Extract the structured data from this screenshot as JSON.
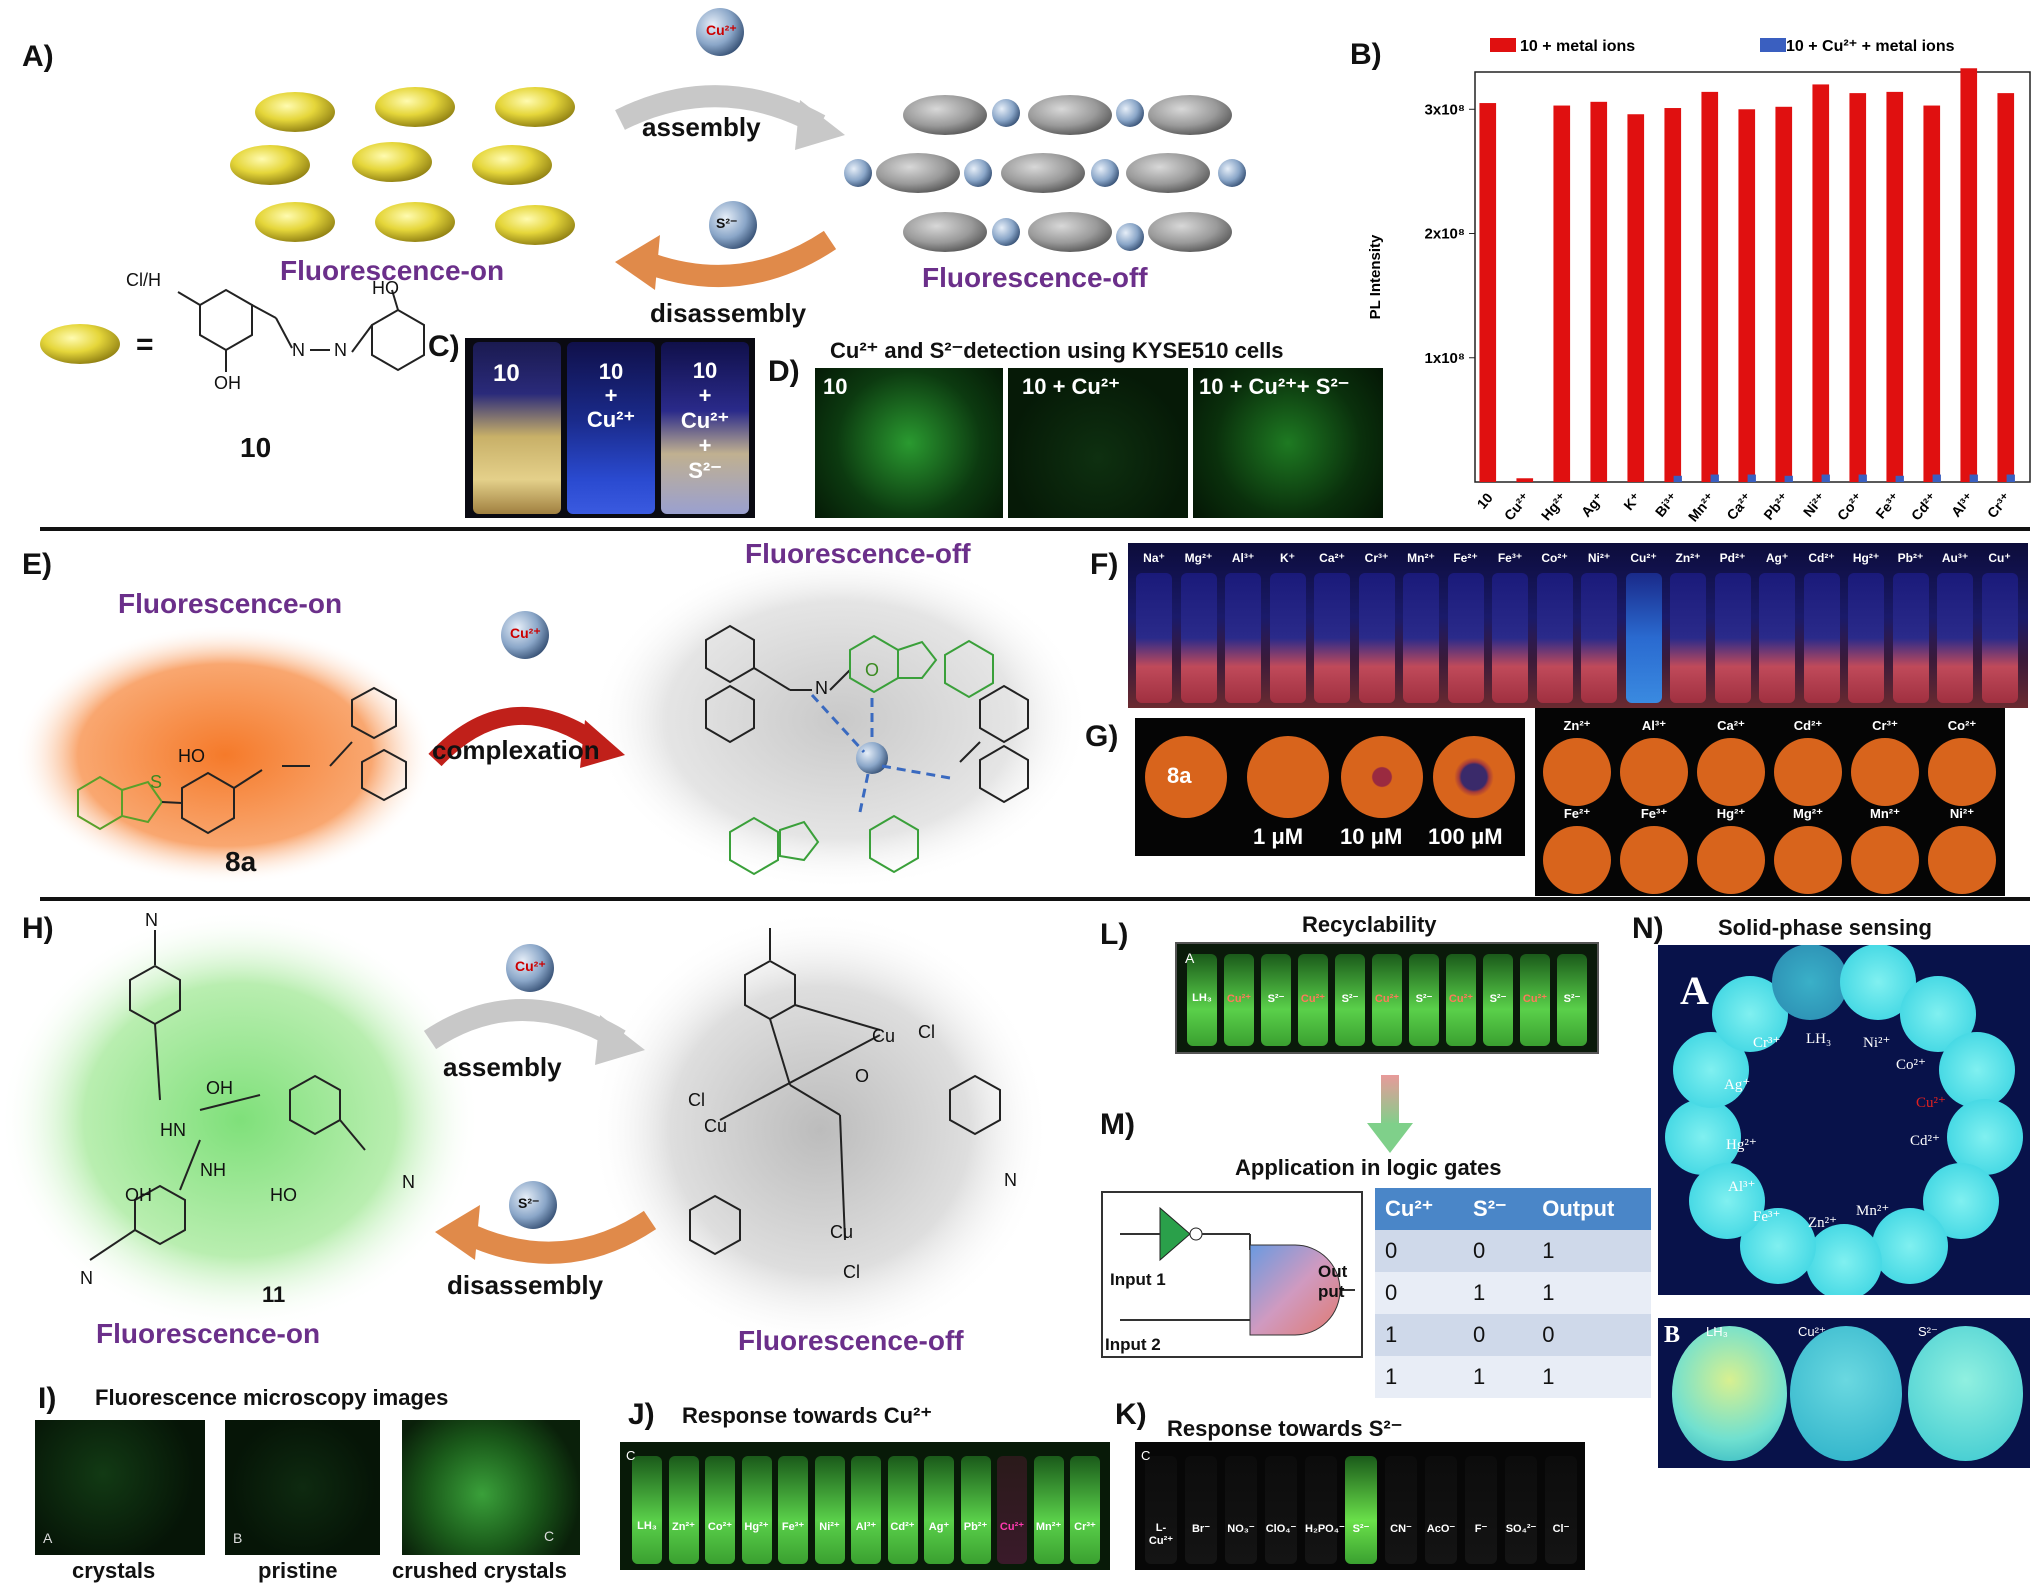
{
  "panels": {
    "A": "A)",
    "B": "B)",
    "C": "C)",
    "D": "D)",
    "E": "E)",
    "F": "F)",
    "G": "G)",
    "H": "H)",
    "I": "I)",
    "J": "J)",
    "K": "K)",
    "L": "L)",
    "M": "M)",
    "N": "N)"
  },
  "sectionA": {
    "cu_ion": "Cu²⁺",
    "s_ion": "S²⁻",
    "assembly": "assembly",
    "disassembly": "disassembly",
    "fluor_on": "Fluorescence-on",
    "fluor_off": "Fluorescence-off",
    "equals": "=",
    "compound": "10",
    "atom_ClH": "Cl/H",
    "atom_OH": "OH",
    "atom_HO": "HO",
    "atom_N": "N"
  },
  "sectionC": {
    "vials": [
      {
        "lines": [
          "10"
        ]
      },
      {
        "lines": [
          "10",
          "+",
          "Cu²⁺"
        ]
      },
      {
        "lines": [
          "10",
          "+",
          "Cu²⁺",
          "+",
          "S²⁻"
        ]
      }
    ]
  },
  "sectionD": {
    "title": "Cu²⁺ and S²⁻detection using KYSE510 cells",
    "images": [
      "10",
      "10 + Cu²⁺",
      "10 + Cu²⁺+ S²⁻"
    ]
  },
  "chart_data": {
    "type": "bar",
    "ylabel": "PL Intensity",
    "yticks": [
      "1x10⁸",
      "2x10⁸",
      "3x10⁸"
    ],
    "ylim": [
      0,
      3.3
    ],
    "categories": [
      "10",
      "Cu²⁺",
      "Hg²⁺",
      "Ag⁺",
      "K⁺",
      "Bi³⁺",
      "Mn²⁺",
      "Ca²⁺",
      "Pb²⁺",
      "Ni²⁺",
      "Co²⁺",
      "Fe³⁺",
      "Cd²⁺",
      "Al³⁺",
      "Cr³⁺"
    ],
    "series": [
      {
        "name": "10 + metal ions",
        "color": "#e01010",
        "values": [
          3.05,
          0.03,
          3.03,
          3.06,
          2.96,
          3.01,
          3.14,
          3.0,
          3.02,
          3.2,
          3.13,
          3.14,
          3.03,
          3.33,
          3.13
        ]
      },
      {
        "name": "10 + Cu²⁺ + metal ions",
        "color": "#3a5fc0",
        "values": [
          0,
          0,
          0,
          0,
          0,
          0.05,
          0.06,
          0.06,
          0.05,
          0.06,
          0.06,
          0.05,
          0.06,
          0.06,
          0.06
        ]
      }
    ]
  },
  "sectionE": {
    "fluor_on": "Fluorescence-on",
    "fluor_off": "Fluorescence-off",
    "complexation": "complexation",
    "cu_ion": "Cu²⁺",
    "compound": "8a",
    "atom_HO": "HO",
    "atom_N": "N",
    "atom_S": "S",
    "atom_O": "O"
  },
  "sectionF": {
    "ions": [
      "Na⁺",
      "Mg²⁺",
      "Al³⁺",
      "K⁺",
      "Ca²⁺",
      "Cr³⁺",
      "Mn²⁺",
      "Fe²⁺",
      "Fe³⁺",
      "Co²⁺",
      "Ni²⁺",
      "Cu²⁺",
      "Zn²⁺",
      "Pd²⁺",
      "Ag⁺",
      "Cd²⁺",
      "Hg²⁺",
      "Pb²⁺",
      "Au³⁺",
      "Cu⁺"
    ]
  },
  "sectionG": {
    "spots": [
      "8a",
      "1 μM",
      "10 μM",
      "100 μM"
    ],
    "ions_top": [
      "Zn²⁺",
      "Al³⁺",
      "Ca²⁺",
      "Cd²⁺",
      "Cr³⁺",
      "Co²⁺"
    ],
    "ions_bottom": [
      "Fe²⁺",
      "Fe³⁺",
      "Hg²⁺",
      "Mg²⁺",
      "Mn²⁺",
      "Ni²⁺"
    ]
  },
  "sectionH": {
    "cu_ion": "Cu²⁺",
    "s_ion": "S²⁻",
    "assembly": "assembly",
    "disassembly": "disassembly",
    "fluor_on": "Fluorescence-on",
    "fluor_off": "Fluorescence-off",
    "compound": "11",
    "atom_N": "N",
    "atom_OH": "OH",
    "atom_HO": "HO",
    "atom_HN": "HN",
    "atom_NH": "NH",
    "atom_Cu": "Cu",
    "atom_Cl": "Cl",
    "atom_O": "O"
  },
  "sectionI": {
    "title": "Fluorescence microscopy images",
    "captions": [
      "crystals",
      "pristine",
      "crushed crystals"
    ],
    "letters": [
      "A",
      "B",
      "C"
    ]
  },
  "sectionJ": {
    "title": "Response towards Cu²⁺",
    "letter": "C",
    "labels": [
      "LH₃",
      "Zn²⁺",
      "Co²⁺",
      "Hg²⁺",
      "Fe³⁺",
      "Ni²⁺",
      "Al³⁺",
      "Cd²⁺",
      "Ag⁺",
      "Pb²⁺",
      "Cu²⁺",
      "Mn²⁺",
      "Cr³⁺"
    ]
  },
  "sectionK": {
    "title": "Response towards S²⁻",
    "letter": "C",
    "labels": [
      "L-Cu²⁺",
      "Br⁻",
      "NO₃⁻",
      "ClO₄⁻",
      "H₂PO₄⁻",
      "S²⁻",
      "CN⁻",
      "AcO⁻",
      "F⁻",
      "SO₄²⁻",
      "Cl⁻"
    ]
  },
  "sectionL": {
    "title": "Recyclability",
    "letter": "A",
    "labels": [
      "LH₃",
      "Cu²⁺",
      "S²⁻",
      "Cu²⁺",
      "S²⁻",
      "Cu²⁺",
      "S²⁻",
      "Cu²⁺",
      "S²⁻",
      "Cu²⁺",
      "S²⁻"
    ]
  },
  "sectionM": {
    "title": "Application in logic gates",
    "input1": "Input 1",
    "input2": "Input 2",
    "output": "Out put",
    "headers": [
      "Cu²⁺",
      "S²⁻",
      "Output"
    ],
    "rows": [
      [
        "0",
        "0",
        "1"
      ],
      [
        "0",
        "1",
        "1"
      ],
      [
        "1",
        "0",
        "0"
      ],
      [
        "1",
        "1",
        "1"
      ]
    ]
  },
  "sectionN": {
    "title": "Solid-phase sensing",
    "letterA": "A",
    "letterB": "B",
    "ions": [
      "Cr³⁺",
      "LH₃",
      "Ni²⁺",
      "Co²⁺",
      "Ag⁺",
      "Cu²⁺",
      "Hg²⁺",
      "Cd²⁺",
      "Al³⁺",
      "Fe³⁺",
      "Zn²⁺",
      "Mn²⁺"
    ],
    "b_labels": [
      "LH₃",
      "Cu²⁺",
      "S²⁻"
    ]
  }
}
